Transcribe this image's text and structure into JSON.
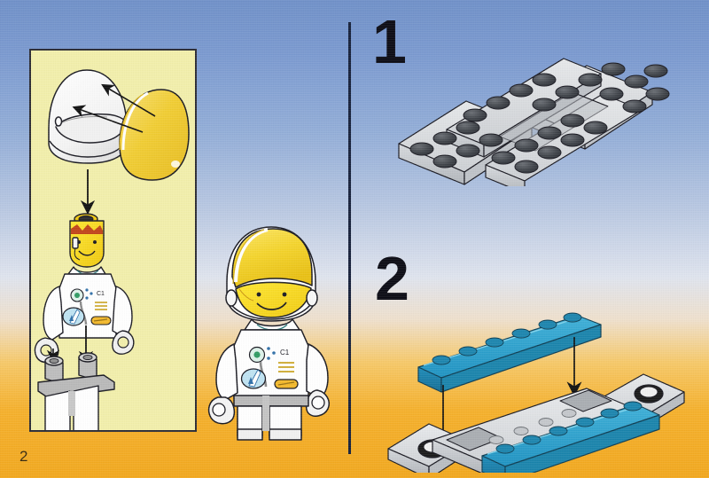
{
  "page": {
    "number": "2",
    "title": "LEGO building instructions page",
    "background": {
      "top_color": "#6f90c8",
      "mid_color": "#dfe4ee",
      "bottom_color": "#f2a81e"
    },
    "divider_color": "#16203a"
  },
  "inset_panel": {
    "name": "minifigure-assembly-inset",
    "background_color": "#f2efab",
    "border_color": "#2b2b33",
    "parts": [
      {
        "name": "space-helmet",
        "color": "#ffffff",
        "label": ""
      },
      {
        "name": "helmet-visor",
        "color": "#f2cd3a",
        "label": ""
      },
      {
        "name": "minifigure-head",
        "color": "#f5d718",
        "label": ""
      },
      {
        "name": "minifigure-torso",
        "color": "#ffffff",
        "label": "C1"
      },
      {
        "name": "minifigure-legs",
        "color": "#e8e8e8",
        "label": ""
      }
    ],
    "arrows": 4
  },
  "minifigure": {
    "name": "astronaut-minifigure",
    "helmet_color": "#ffffff",
    "visor_color": "#f2cd3a",
    "head_color": "#f5d718",
    "torso_color": "#ffffff",
    "legs_color": "#e8e8e8",
    "torso_badge_label": "C1",
    "torso_logo": "space-rocket-badge",
    "torso_stripe_color": "#f5a623"
  },
  "steps": [
    {
      "number": "1",
      "name": "step-1",
      "pieces": [
        {
          "name": "car-base-plate",
          "color": "#c9ccd1",
          "stud_color": "#3a3d42",
          "studs": 26,
          "size": "4x10 vehicle base"
        }
      ]
    },
    {
      "number": "2",
      "name": "step-2",
      "pieces": [
        {
          "name": "blue-plate-top",
          "color": "#1f93c2",
          "studs": 6,
          "size": "1x6 plate"
        },
        {
          "name": "blue-plate-bottom",
          "color": "#1f93c2",
          "studs": 6,
          "size": "1x6 plate"
        },
        {
          "name": "car-base-plate-inverted",
          "color": "#c9ccd1",
          "studs": 0,
          "size": "4x10 vehicle base"
        }
      ],
      "arrows": 2
    }
  ],
  "colors": {
    "lego_blue": "#1f93c2",
    "lego_gray": "#c9ccd1",
    "lego_dark_gray": "#3a3d42",
    "lego_yellow": "#f5d718",
    "visor_yellow": "#f2cd3a",
    "outline": "#1a1a22"
  }
}
